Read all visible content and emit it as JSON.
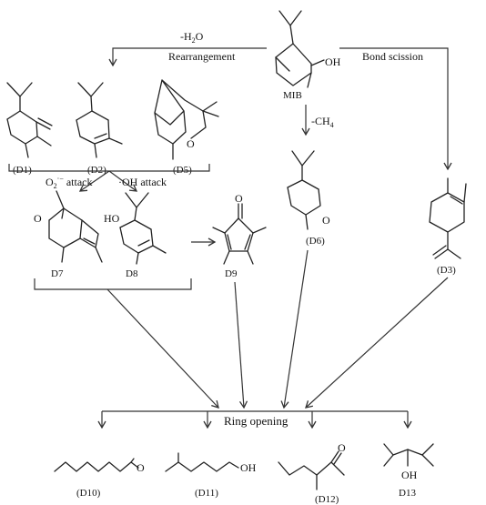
{
  "arrows": {
    "left": {
      "line1": "-H",
      "line1_sub": "2",
      "line1_end": "O",
      "line2": "Rearrangement"
    },
    "right": "Bond scission",
    "middle": {
      "text": "-CH",
      "sub": "4"
    },
    "o2_attack": {
      "text": "O",
      "sub": "2",
      "sup": "·−",
      "end": " attack"
    },
    "oh_attack": "·OH attack",
    "ring_opening": "Ring opening"
  },
  "compounds": {
    "mib": {
      "label": "MIB",
      "oh": "OH"
    },
    "d1": "(D1)",
    "d2": "(D2)",
    "d5": "(D5)",
    "d6": "(D6)",
    "d3": "(D3)",
    "d7": "D7",
    "d8": "D8",
    "d9": "D9",
    "d10": "(D10)",
    "d11": "(D11)",
    "d12": "(D12)",
    "d13": "D13",
    "o": "O",
    "ho": "HO",
    "oh": "OH"
  }
}
